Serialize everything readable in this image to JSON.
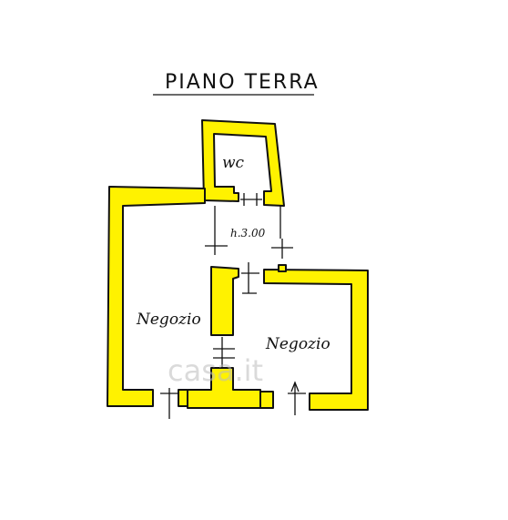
{
  "title": "PIANO TERRA",
  "rooms": {
    "wc": "wc",
    "height_note": "h.3.00",
    "shop_left": "Negozio",
    "shop_right": "Negozio"
  },
  "watermark": "casa.it",
  "colors": {
    "wall_fill": "#fff200",
    "ink": "#111111",
    "background": "#ffffff"
  }
}
